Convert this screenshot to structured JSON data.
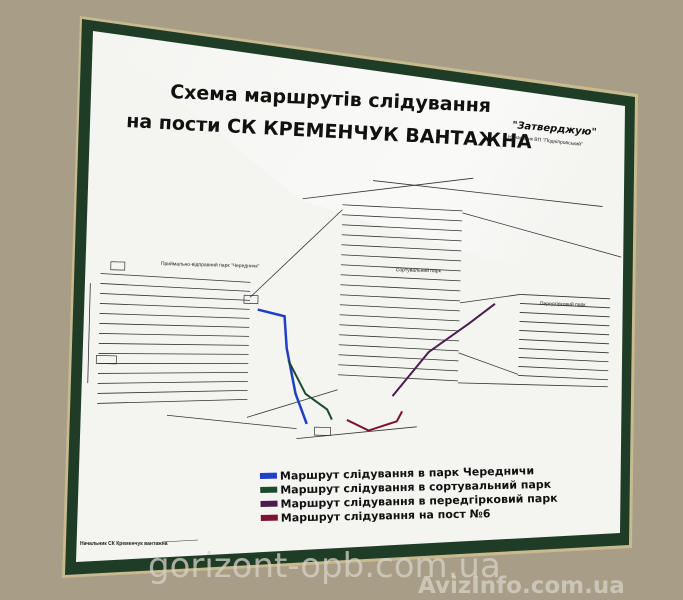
{
  "poster": {
    "title_line1": "Схема маршрутів слідування",
    "title_line2": "на пости СК КРЕМЕНЧУК ВАНТАЖНА",
    "approval": {
      "heading": "\"Затверджую\"",
      "signatory": "Начальник ВП \"Подніпровський\""
    },
    "footer_signature": "Начальник СК Кременчук вантажна",
    "park_labels": [
      "Приймально-відправний парк \"Чередничк\"",
      "Сортувальний парк",
      "Передгірковий парк"
    ],
    "legend": [
      {
        "label": "Маршрут слідування в парк Чередничи",
        "color": "#1f3fc4"
      },
      {
        "label": "Маршрут слідування в сортувальний парк",
        "color": "#1d4a2c"
      },
      {
        "label": "Маршрут слідування в передгірковий парк",
        "color": "#4b1c4e"
      },
      {
        "label": "Маршрут слідування на пост №6",
        "color": "#7d1232"
      }
    ]
  },
  "watermarks": [
    "gorizont-opb.com.ua",
    "AvizInfo.com.ua"
  ],
  "colors": {
    "wall": "#a89d86",
    "frame": "#1f3d26",
    "board": "#f4f4f1"
  }
}
